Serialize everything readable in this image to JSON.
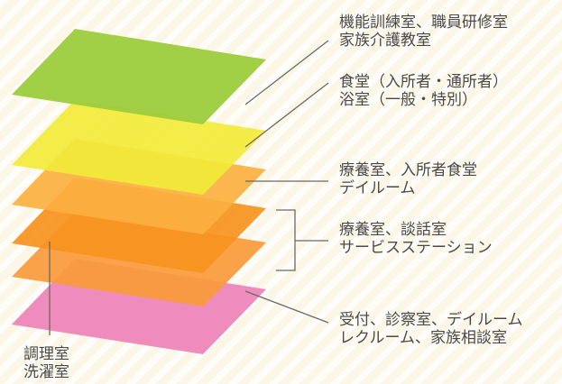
{
  "colors": {
    "floor_6": "#9ccc3d",
    "floor_5": "#f2ea3a",
    "floor_4": "#fbb040",
    "floor_3": "#f7931e",
    "floor_2": "#f89a3a",
    "floor_1": "#ee82b8",
    "leader_line": "#6a6a6a",
    "text": "#4a4a4a"
  },
  "floor_labels": [
    {
      "line1": "機能訓練室、職員研修室",
      "line2": "家族介護教室"
    },
    {
      "line1": "食堂（入所者・通所者）",
      "line2": "浴室（一般・特別）"
    },
    {
      "line1": "療養室、入所者食堂",
      "line2": "デイルーム"
    },
    {
      "line1": "療養室、談話室",
      "line2": "サービスステーション"
    },
    {
      "line1": "受付、診察室、デイルーム",
      "line2": "レクルーム、家族相談室"
    }
  ],
  "left_label": {
    "line1": "調理室",
    "line2": "洗濯室"
  }
}
